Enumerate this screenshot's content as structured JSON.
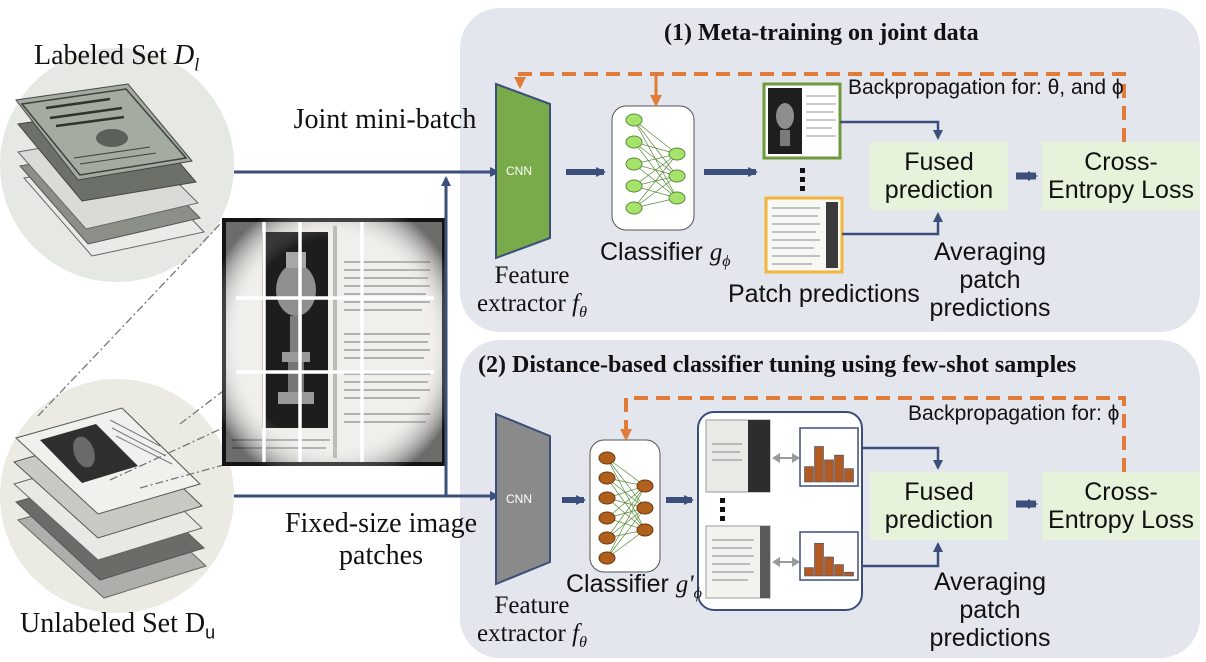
{
  "diagram": {
    "left": {
      "labeled_set": "Labeled Set",
      "labeled_sub": "l",
      "unlabeled_set": "Unlabeled Set",
      "unlabeled_sub": "u",
      "joint_batch": "Joint mini-batch",
      "patches": "Fixed-size image patches"
    },
    "panel1": {
      "title": "(1) Meta-training on joint data",
      "cnn": "CNN",
      "feature_extractor": "Feature extractor",
      "classifier": "Classifier",
      "patch_predictions": "Patch predictions",
      "backprop": "Backpropagation for: θ, and ϕ",
      "fused": "Fused\nprediction",
      "loss": "Cross-\nEntropy Loss",
      "averaging": "Averaging patch predictions"
    },
    "panel2": {
      "title": "(2) Distance-based classifier tuning using few-shot samples",
      "cnn": "CNN",
      "feature_extractor": "Feature extractor",
      "classifier": "Classifier",
      "backprop": "Backpropagation for: ϕ",
      "fused": "Fused\nprediction",
      "loss": "Cross-\nEntropy Loss",
      "averaging": "Averaging patch predictions"
    },
    "hist1": [
      0.32,
      0.74,
      0.46,
      0.56,
      0.28
    ],
    "hist2": [
      0.22,
      0.86,
      0.5,
      0.3,
      0.1
    ],
    "colors": {
      "panel_bg": "#e4e6ee",
      "arrow_blue": "#3b4f7a",
      "backprop_orange": "#e07b39",
      "green_box": "#e6f2d9",
      "cnn_green": "#7aab4a",
      "cnn_gray": "#8a8a8a",
      "node_green": "#a6e36b",
      "node_brown": "#b05f1c",
      "bar_brown": "#b25a1f",
      "patch_green": "#6e9a3c",
      "patch_yellow": "#f2b43a"
    }
  }
}
